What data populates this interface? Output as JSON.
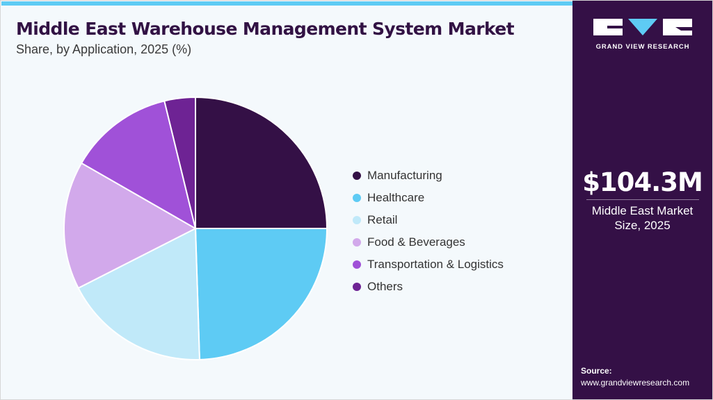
{
  "chart_data": {
    "type": "pie",
    "title": "Middle East Warehouse Management System Market",
    "subtitle": "Share, by Application, 2025 (%)",
    "slices": [
      {
        "label": "Manufacturing",
        "value": 25,
        "color": "#341046"
      },
      {
        "label": "Healthcare",
        "value": 24.5,
        "color": "#5ecbf4"
      },
      {
        "label": "Retail",
        "value": 18,
        "color": "#c0e9f9"
      },
      {
        "label": "Food & Beverages",
        "value": 15.8,
        "color": "#d2a9eb"
      },
      {
        "label": "Transportation & Logistics",
        "value": 12.9,
        "color": "#a051d8"
      },
      {
        "label": "Others",
        "value": 3.8,
        "color": "#6e2394"
      }
    ],
    "legend_position": "right"
  },
  "sidebar": {
    "brand": "GRAND VIEW RESEARCH",
    "market_value": "$104.3M",
    "market_label_line1": "Middle East Market",
    "market_label_line2": "Size, 2025",
    "source_title": "Source:",
    "source_url": "www.grandviewresearch.com"
  }
}
